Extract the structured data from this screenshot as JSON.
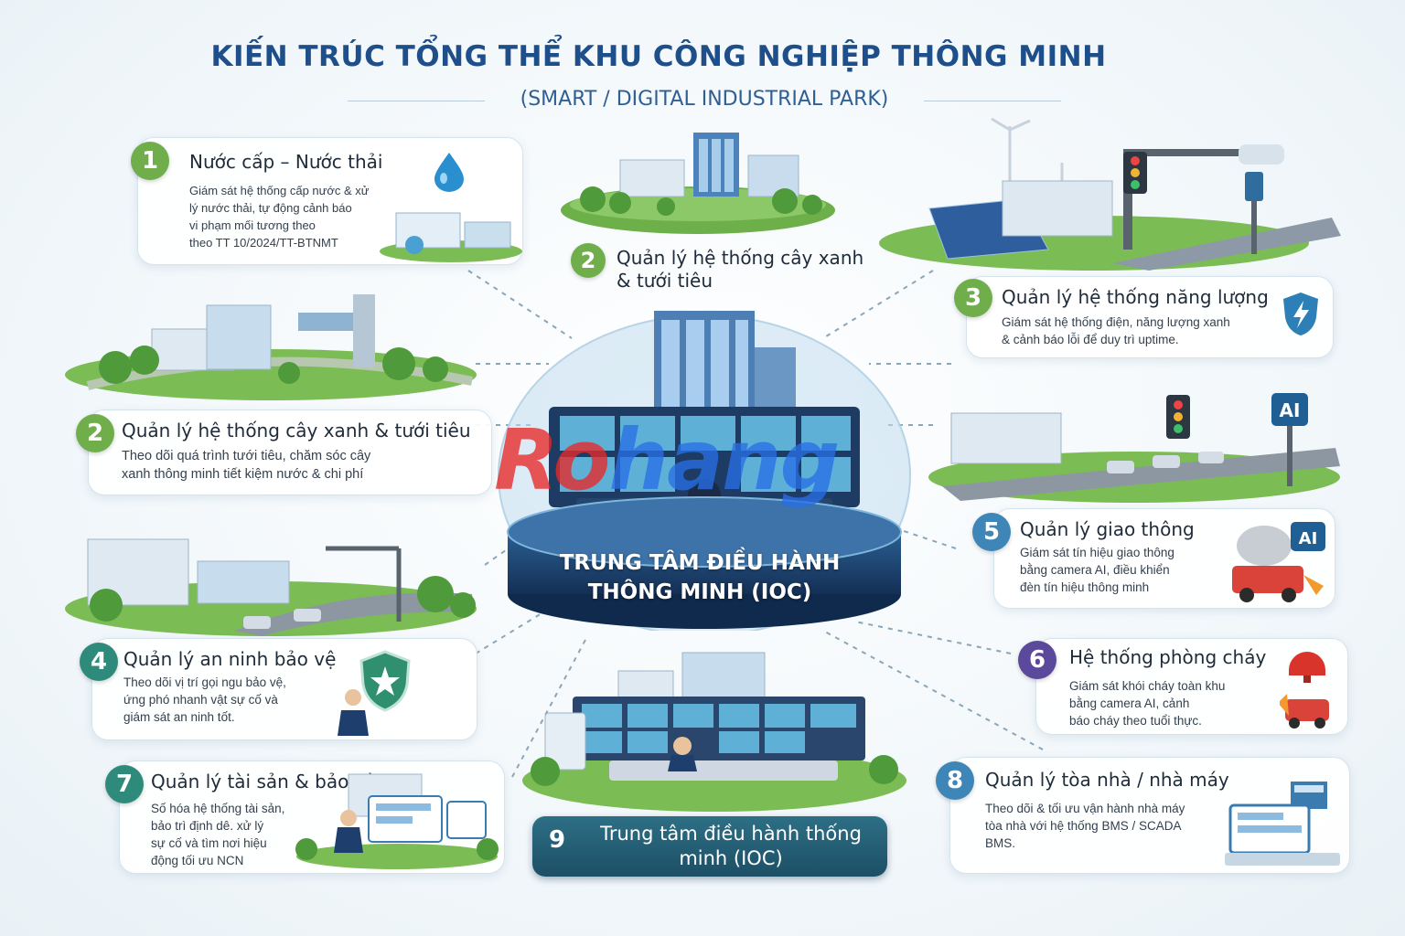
{
  "header": {
    "title": "KIẾN TRÚC TỔNG THỂ KHU CÔNG NGHIỆP THÔNG MINH",
    "subtitle": "(SMART / DIGITAL INDUSTRIAL PARK)"
  },
  "center": {
    "ioc_label": "TRUNG TÂM ĐIỀU HÀNH\nTHÔNG MINH (IOC)"
  },
  "watermark": {
    "part1": "Ro",
    "part2": "hang"
  },
  "cards": {
    "c1": {
      "num": "1",
      "title": "Nước cấp – Nước thải",
      "desc": "Giám sát hệ thống cấp nước & xử\nlý nước thải, tự động cảnh báo\nvi phạm mối tương theo\ntheo TT 10/2024/TT-BTNMT"
    },
    "c2top": {
      "num": "2",
      "title": "Quản lý hệ thống cây xanh\n& tưới tiêu"
    },
    "c3": {
      "num": "3",
      "title": "Quản lý hệ thống năng lượng",
      "desc": "Giám sát hệ thống điện, năng lượng xanh\n& cảnh báo lỗi để duy trì uptime."
    },
    "c2": {
      "num": "2",
      "title": "Quản lý hệ thống cây xanh & tưới tiêu",
      "desc": "Theo dõi quá trình tưới tiêu, chăm sóc cây\nxanh thông minh tiết kiệm nước & chi phí"
    },
    "c5": {
      "num": "5",
      "title": "Quản lý giao thông",
      "desc": "Giám sát tín hiệu giao thông\nbằng camera AI, điều khiển\nđèn tín hiệu thông minh"
    },
    "c4": {
      "num": "4",
      "title": "Quản lý an ninh bảo vệ",
      "desc": "Theo dõi vị trí gọi ngu bảo vệ,\nứng phó nhanh vật sự cố và\ngiám sát an ninh tốt."
    },
    "c6": {
      "num": "6",
      "title": "Hệ thống phòng cháy",
      "desc": "Giám sát khói cháy toàn khu\nbằng camera AI, cảnh\nbáo cháy theo tuổi thực."
    },
    "c7": {
      "num": "7",
      "title": "Quản lý tài sản & bảo trì",
      "desc": "Số hóa hệ thống tài sản,\nbảo trì định dê. xử lý\nsự cố và tìm nơi hiệu\nđộng tối ưu NCN"
    },
    "c8": {
      "num": "8",
      "title": "Quản lý tòa nhà / nhà máy",
      "desc": "Theo dõi & tối ưu vận hành nhà máy\ntòa nhà với hệ thống BMS / SCADA\nBMS."
    },
    "c9": {
      "num": "9",
      "title": "Trung tâm điều hành thống\nminh (IOC)"
    }
  },
  "icons": {
    "water": "water-drop-icon",
    "energy": "lightning-shield-icon",
    "ai_badge": "AI",
    "security": "star-shield-icon",
    "fire": "fire-alarm-icon"
  },
  "colors": {
    "title": "#1f4f8a",
    "green_badge": "#6fae4a",
    "teal_badge": "#2e8b7c",
    "blue_badge": "#3f86b8",
    "purple_badge": "#5b4a9c",
    "ioc_blue": "#1d4f7a"
  }
}
